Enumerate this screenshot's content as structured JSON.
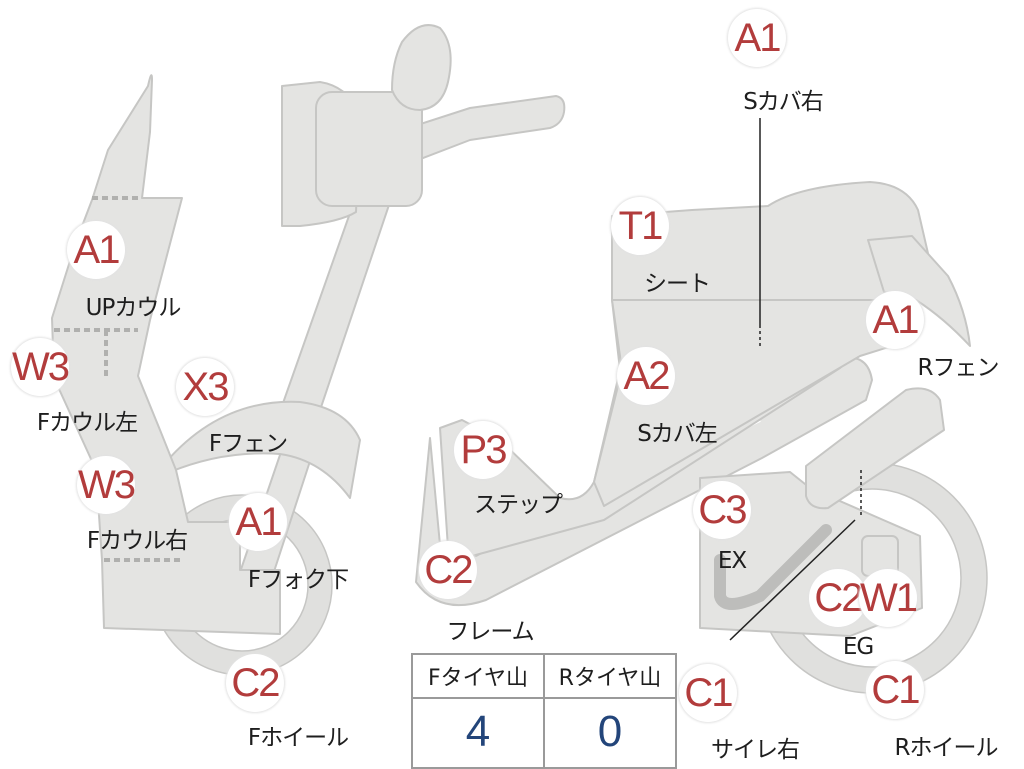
{
  "colors": {
    "body_fill": "#e4e4e2",
    "body_stroke": "#c6c6c4",
    "grade_text": "#b23c3c",
    "value_text": "#23457a"
  },
  "parts": [
    {
      "id": "s-cover-right",
      "grade": "A1",
      "label": "Sカバ右"
    },
    {
      "id": "seat",
      "grade": "T1",
      "label": "シート"
    },
    {
      "id": "rear-fender",
      "grade": "A1",
      "label": "Rフェン"
    },
    {
      "id": "s-cover-left",
      "grade": "A2",
      "label": "Sカバ左"
    },
    {
      "id": "up-cowl",
      "grade": "A1",
      "label": "UPカウル"
    },
    {
      "id": "f-cowl-left",
      "grade": "W3",
      "label": "Fカウル左"
    },
    {
      "id": "f-fender",
      "grade": "X3",
      "label": "Fフェン"
    },
    {
      "id": "f-cowl-right",
      "grade": "W3",
      "label": "Fカウル右"
    },
    {
      "id": "step",
      "grade": "P3",
      "label": "ステップ"
    },
    {
      "id": "f-fork-lower",
      "grade": "A1",
      "label": "Fフォク下"
    },
    {
      "id": "exhaust",
      "grade": "C3",
      "label": "EX"
    },
    {
      "id": "frame",
      "grade": "C2",
      "label": "フレーム"
    },
    {
      "id": "engine",
      "grade": "C2",
      "grade2": "W1",
      "label": "EG"
    },
    {
      "id": "f-wheel",
      "grade": "C2",
      "label": "Fホイール"
    },
    {
      "id": "silencer-right",
      "grade": "C1",
      "label": "サイレ右"
    },
    {
      "id": "r-wheel",
      "grade": "C1",
      "label": "Rホイール"
    }
  ],
  "tread": {
    "front_label": "Fタイヤ山",
    "rear_label": "Rタイヤ山",
    "front_value": "4",
    "rear_value": "0"
  }
}
